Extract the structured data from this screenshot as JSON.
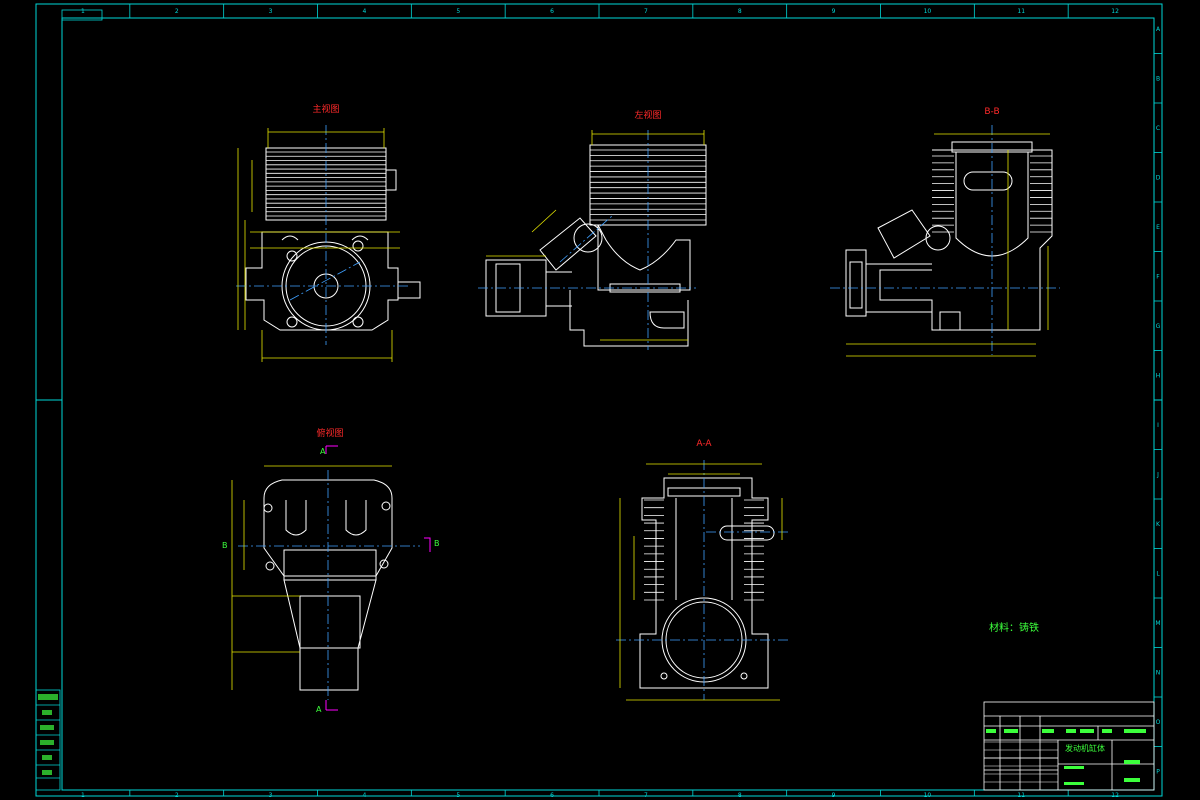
{
  "drawing": {
    "colors": {
      "background": "#000000",
      "frame": "#00d7d7",
      "outline": "#ffffff",
      "dimension": "#e8e800",
      "centerline": "#3fa0ff",
      "title_red": "#ff2a2a",
      "note_green": "#3cff3c",
      "section_mark": "#ff00ff"
    },
    "column_numbers": [
      "1",
      "2",
      "3",
      "4",
      "5",
      "6",
      "7",
      "8",
      "9",
      "10",
      "11",
      "12"
    ],
    "row_letters": [
      "A",
      "B",
      "C",
      "D",
      "E",
      "F",
      "G",
      "H",
      "I",
      "J",
      "K",
      "L",
      "M",
      "N",
      "O",
      "P"
    ],
    "views": {
      "front": {
        "title": "主视图"
      },
      "left": {
        "title": "左视图"
      },
      "section_bb": {
        "title": "B-B"
      },
      "top": {
        "title": "俯视图"
      },
      "section_aa": {
        "title": "A-A"
      }
    },
    "section_markers": {
      "a": "A",
      "b": "B"
    },
    "note": "材料：铸铁",
    "title_block": {
      "part_name": "发动机缸体"
    }
  }
}
